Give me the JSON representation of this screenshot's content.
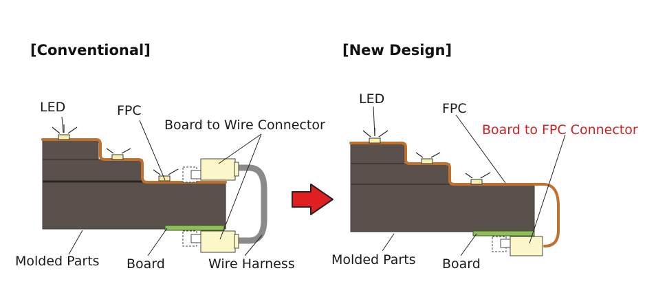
{
  "left": {
    "title": "[Conventional]",
    "labels": {
      "led": "LED",
      "fpc": "FPC",
      "connector": "Board to Wire Connector",
      "molded": "Molded Parts",
      "board": "Board",
      "harness": "Wire Harness"
    }
  },
  "right": {
    "title": "[New Design]",
    "labels": {
      "led": "LED",
      "fpc": "FPC",
      "connector": "Board to FPC Connector",
      "molded": "Molded Parts",
      "board": "Board"
    }
  },
  "colors": {
    "molded": "#5a504c",
    "fpc": "#c0712e",
    "board": "#8fbd5a",
    "connector": "#fbf7c8",
    "led": "#f7f0b0",
    "harness": "#8a8a8a",
    "arrow": "#e02020",
    "highlight_text": "#d42020"
  }
}
